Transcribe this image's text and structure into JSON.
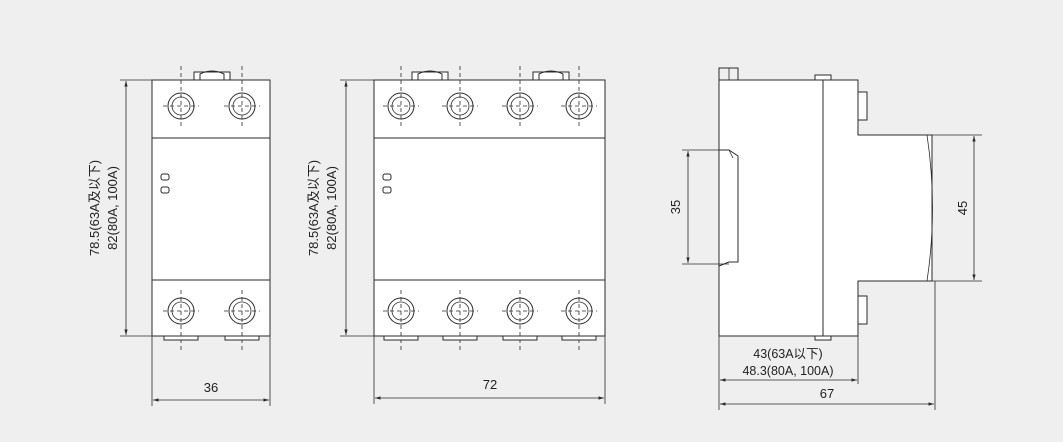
{
  "colors": {
    "background": "#efefef",
    "line": "#2b2b2b",
    "text": "#222222"
  },
  "views": {
    "two_pole": {
      "height_line1": "78.5(63A及以下)",
      "height_line2": "82(80A, 100A)",
      "width": "36"
    },
    "four_pole": {
      "height_line1": "78.5(63A及以下)",
      "height_line2": "82(80A, 100A)",
      "width": "72"
    },
    "side": {
      "rail_height": "35",
      "body_height": "45",
      "depth_line1": "43(63A以下)",
      "depth_line2": "48.3(80A, 100A)",
      "total_depth": "67"
    }
  }
}
